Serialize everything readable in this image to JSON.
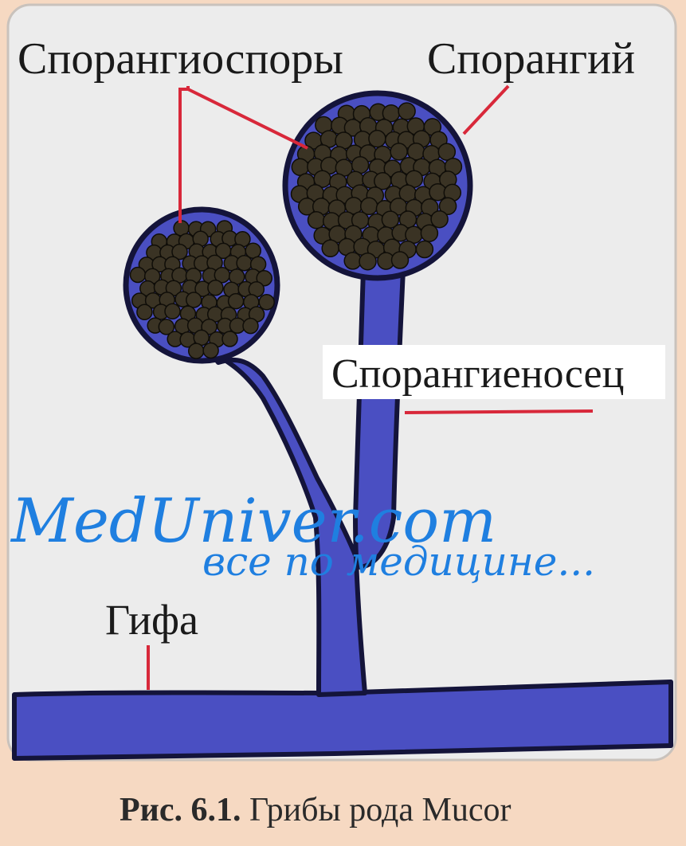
{
  "labels": {
    "sporangiospores": "Спорангиоспоры",
    "sporangium": "Спорангий",
    "sporangiophore": "Спорангиеносец",
    "hypha": "Гифа"
  },
  "watermark": {
    "site": "MedUniver.com",
    "tagline": "все по медицине..."
  },
  "caption": {
    "prefix": "Рис. 6.1.",
    "text": " Грибы рода Mucor"
  },
  "colors": {
    "panel_background": "#ececec",
    "frame_background": "#f6d9c2",
    "hypha_fill": "#4a4fc2",
    "spore_fill": "#3a3324",
    "leader_lines": "#d8283a",
    "watermark_text": "#1f7fe0"
  }
}
